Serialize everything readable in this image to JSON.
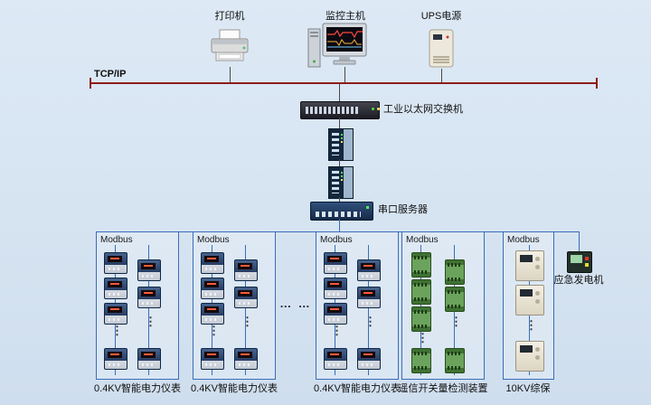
{
  "backbone": {
    "label": "TCP/IP"
  },
  "devices": {
    "printer": "打印机",
    "host": "监控主机",
    "ups": "UPS电源",
    "switch": "工业以太网交换机",
    "serial_server": "串口服务器",
    "generator": "应急发电机"
  },
  "groups": [
    {
      "bus": "Modbus",
      "caption": "0.4KV智能电力仪表"
    },
    {
      "bus": "Modbus",
      "caption": "0.4KV智能电力仪表"
    },
    {
      "bus": "Modbus",
      "caption": "0.4KV智能电力仪表"
    },
    {
      "bus": "Modbus",
      "caption": "遥信开关量检测装置"
    },
    {
      "bus": "Modbus",
      "caption": "10KV综保"
    }
  ],
  "ellipsis": {
    "horizontal": "… …",
    "vertical": "⋮"
  },
  "colors": {
    "backbone": "#8e1c1c",
    "bus": "#3a6db8",
    "background": "#d9e6f3"
  }
}
